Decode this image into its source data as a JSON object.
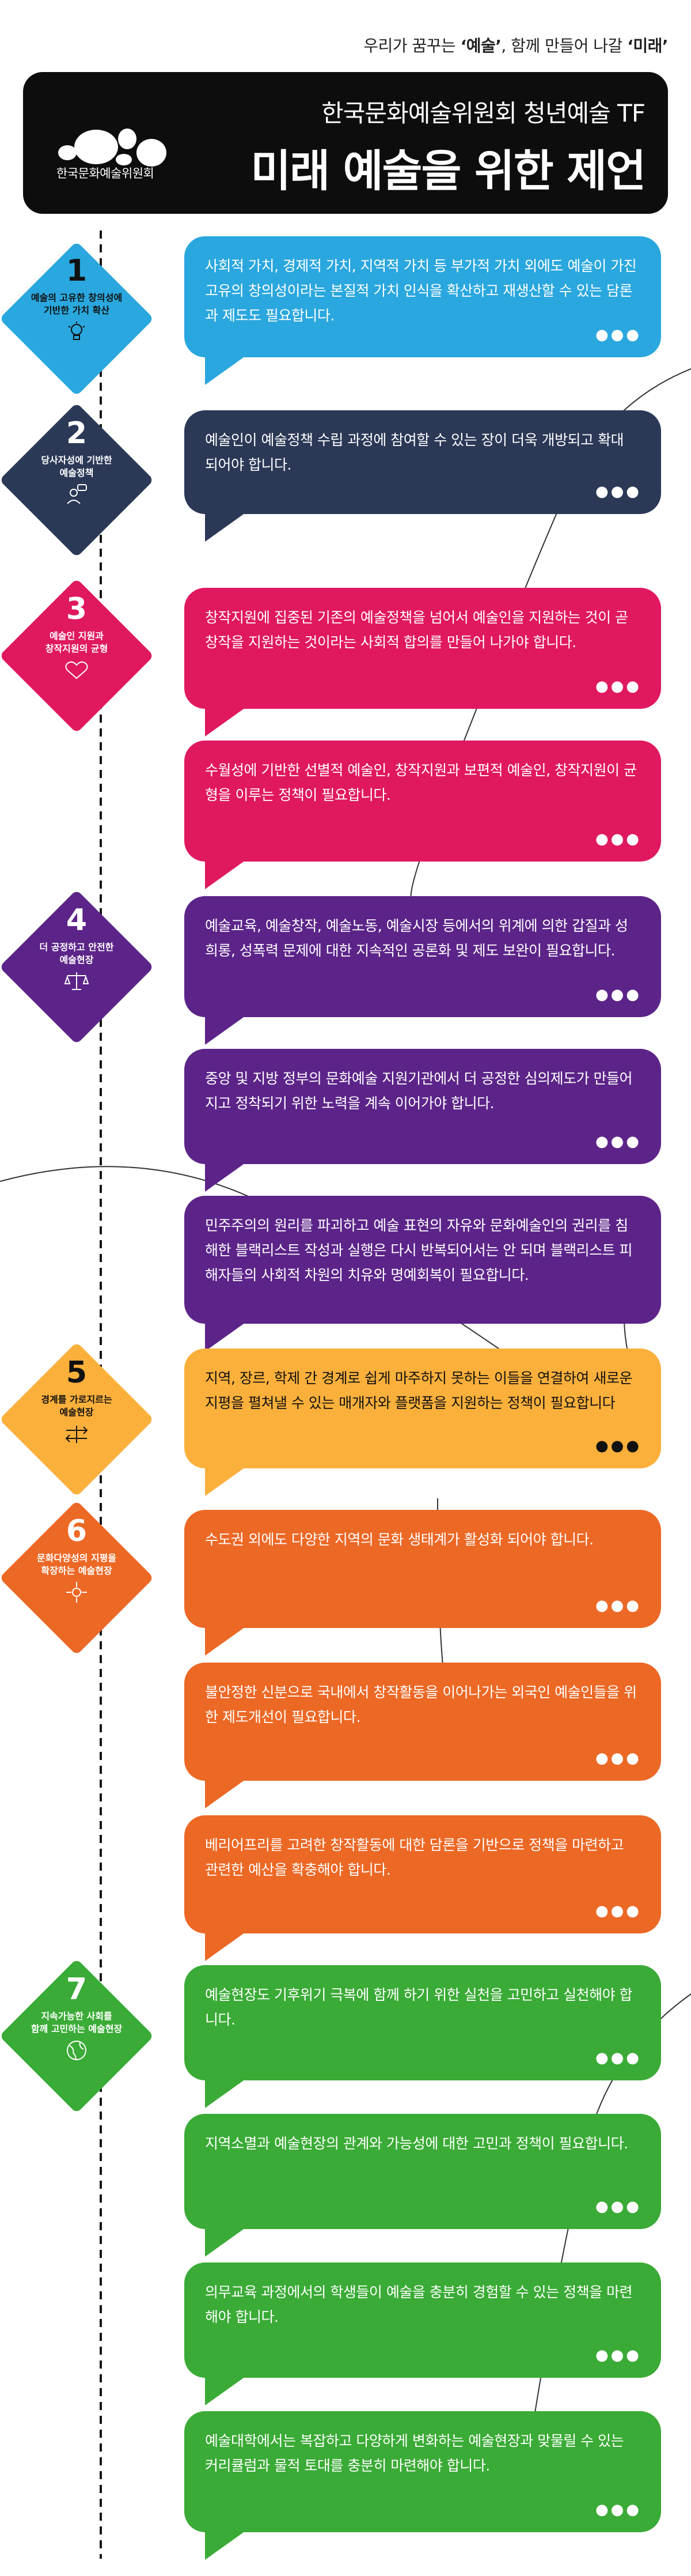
{
  "tagline": {
    "part1": "우리가 꿈꾸는 ",
    "strong1": "‘예술’",
    "part2": ", 함께 만들어 나갈 ",
    "strong2": "‘미래’"
  },
  "header": {
    "logo_text": "한국문화예술위원회",
    "title_line1": "한국문화예술위원회 청년예술 TF",
    "title_line2": "미래 예술을 위한 제언"
  },
  "colors": {
    "blue": "#2aa7de",
    "navy": "#2b3856",
    "pink": "#e0185f",
    "purple": "#5c2489",
    "yellow": "#fbb03b",
    "orange": "#ec6825",
    "green": "#3aab36"
  },
  "sections": [
    {
      "number": "1",
      "title_line1": "예술의 고유한 창의성에",
      "title_line2": "기반한 가치 확산",
      "icon": "lightbulb-icon"
    },
    {
      "number": "2",
      "title_line1": "당사자성에 기반한",
      "title_line2": "예술정책",
      "icon": "person-speech-icon"
    },
    {
      "number": "3",
      "title_line1": "예술인 지원과",
      "title_line2": "창작지원의 균형",
      "icon": "handshake-heart-icon"
    },
    {
      "number": "4",
      "title_line1": "더 공정하고 안전한",
      "title_line2": "예술현장",
      "icon": "scale-icon"
    },
    {
      "number": "5",
      "title_line1": "경계를 가로지르는",
      "title_line2": "예술현장",
      "icon": "crossing-arrows-icon"
    },
    {
      "number": "6",
      "title_line1": "문화다양성의 지평을",
      "title_line2": "확장하는 예술현장",
      "icon": "diversity-hands-icon"
    },
    {
      "number": "7",
      "title_line1": "지속가능한 사회를",
      "title_line2": "함께 고민하는 예술현장",
      "icon": "globe-icon"
    }
  ],
  "bubbles": [
    {
      "text": "사회적 가치, 경제적 가치, 지역적 가치 등 부가적 가치 외에도 예술이 가진 고유의 창의성이라는 본질적 가치 인식을 확산하고 재생산할 수 있는 담론과 제도도 필요합니다."
    },
    {
      "text": "예술인이 예술정책 수립 과정에 참여할 수 있는 장이 더욱 개방되고 확대 되어야 합니다."
    },
    {
      "text": "창작지원에 집중된 기존의 예술정책을 넘어서 예술인을 지원하는 것이 곧 창작을 지원하는 것이라는 사회적 합의를 만들어 나가야 합니다."
    },
    {
      "text": "수월성에 기반한 선별적 예술인, 창작지원과 보편적 예술인, 창작지원이 균형을 이루는 정책이 필요합니다."
    },
    {
      "text": "예술교육, 예술창작, 예술노동, 예술시장 등에서의 위계에 의한 갑질과 성희롱, 성폭력 문제에 대한 지속적인 공론화 및 제도 보완이 필요합니다."
    },
    {
      "text": "중앙 및 지방 정부의 문화예술 지원기관에서 더 공정한 심의제도가 만들어지고 정착되기 위한 노력을 계속 이어가야 합니다."
    },
    {
      "text": "민주주의의 원리를 파괴하고 예술 표현의 자유와 문화예술인의 권리를 침해한 블랙리스트 작성과 실행은 다시 반복되어서는 안 되며 블랙리스트 피해자들의 사회적 차원의 치유와 명예회복이 필요합니다."
    },
    {
      "text": "지역, 장르, 학제 간 경계로 쉽게 마주하지 못하는 이들을 연결하여 새로운 지평을 펼쳐낼 수 있는 매개자와 플랫폼을 지원하는 정책이 필요합니다"
    },
    {
      "text": "수도권 외에도 다양한 지역의 문화 생태계가 활성화 되어야 합니다."
    },
    {
      "text": "불안정한 신분으로 국내에서 창작활동을 이어나가는 외국인 예술인들을 위한 제도개선이 필요합니다."
    },
    {
      "text": "베리어프리를 고려한 창작활동에 대한 담론을 기반으로 정책을 마련하고 관련한 예산을 확충해야 합니다."
    },
    {
      "text": "예술현장도 기후위기 극복에 함께 하기 위한 실천을 고민하고 실천해야 합니다."
    },
    {
      "text": "지역소멸과 예술현장의 관계와 가능성에 대한 고민과 정책이 필요합니다."
    },
    {
      "text": "의무교육 과정에서의 학생들이 예술을 충분히 경험할 수 있는 정책을 마련해야 합니다."
    },
    {
      "text": "예술대학에서는 복잡하고 다양하게 변화하는 예술현장과 맞물릴 수 있는 커리큘럼과 물적 토대를 충분히 마련해야 합니다."
    }
  ]
}
